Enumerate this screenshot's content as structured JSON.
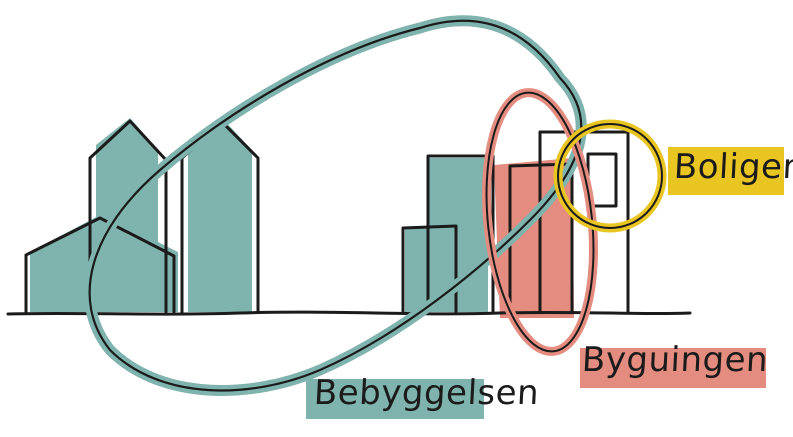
{
  "labels": {
    "boligen": "Boligen",
    "bygningen": "Byguingen",
    "bebyggelsen": "Bebyggelsen"
  },
  "colors": {
    "teal": "#7fb3ad",
    "salmon": "#e48c7f",
    "yellow": "#e8c520",
    "ink": "#1b1b1b"
  }
}
